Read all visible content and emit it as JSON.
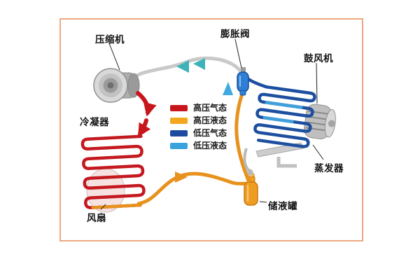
{
  "diagram": {
    "labels": {
      "compressor": "压缩机",
      "expansion_valve": "膨胀阀",
      "blower": "鼓风机",
      "condenser": "冷凝器",
      "fan": "风扇",
      "evaporator": "蒸发器",
      "receiver": "储液罐"
    },
    "legend": {
      "items": [
        {
          "label": "高压气态",
          "color": "#c8161d"
        },
        {
          "label": "高压液态",
          "color": "#f2a71f"
        },
        {
          "label": "低压气态",
          "color": "#1c4ba0"
        },
        {
          "label": "低压液态",
          "color": "#3aa2dc"
        }
      ]
    },
    "colors": {
      "border": "#eda87e",
      "high_pressure_gas": "#c8161d",
      "high_pressure_liquid": "#e8921e",
      "low_pressure_gas": "#1d4fa0",
      "low_pressure_liquid": "#3fa9e0",
      "flow_arrow_teal": "#3db3b8",
      "metal_grey": "#bfbfbf"
    }
  }
}
